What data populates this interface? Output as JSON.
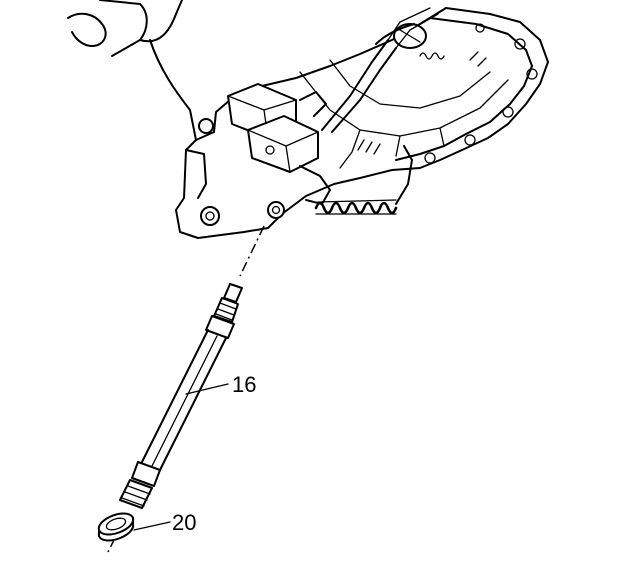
{
  "callouts": [
    {
      "id": "16",
      "label": "16"
    },
    {
      "id": "20",
      "label": "20"
    }
  ],
  "colors": {
    "ink": "#000000",
    "background": "#ffffff"
  }
}
